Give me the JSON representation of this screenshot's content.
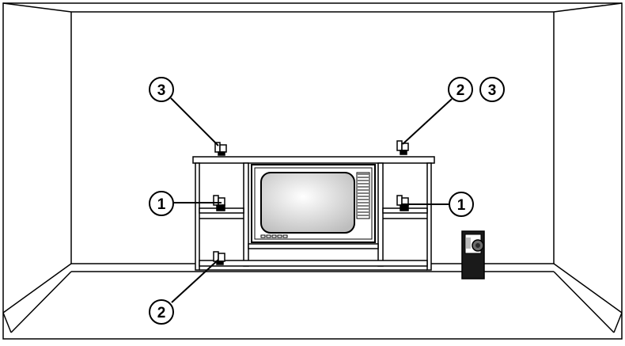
{
  "diagram": {
    "callouts": [
      {
        "id": "top-left-callout",
        "labels": [
          "3"
        ]
      },
      {
        "id": "top-right-callout",
        "labels": [
          "2",
          "3"
        ]
      },
      {
        "id": "middle-left-callout",
        "labels": [
          "1"
        ]
      },
      {
        "id": "middle-right-callout",
        "labels": [
          "1"
        ]
      },
      {
        "id": "bottom-left-callout",
        "labels": [
          "2"
        ]
      }
    ],
    "colors": {
      "line": "#000000",
      "background": "#ffffff",
      "screen": "#d6d6d6",
      "subwoofer": "#1a1a1a"
    },
    "objects": [
      "room-walls",
      "tv-cabinet",
      "television",
      "speaker",
      "subwoofer"
    ],
    "icons": [
      "speaker-icon",
      "subwoofer-icon",
      "television-icon"
    ]
  }
}
